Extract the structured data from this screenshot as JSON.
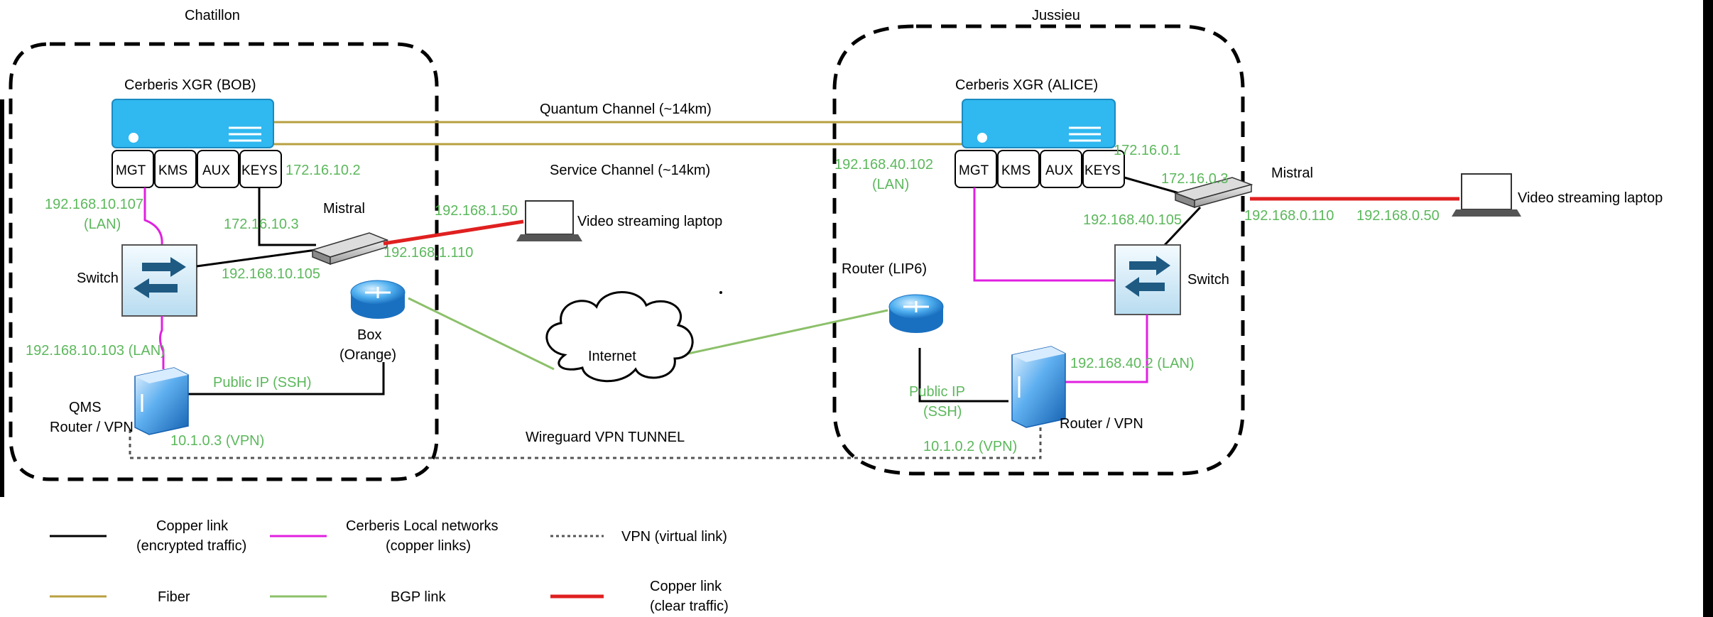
{
  "sites": {
    "left": "Chatillon",
    "right": "Jussieu"
  },
  "channels": {
    "quantum": "Quantum Channel (~14km)",
    "service": "Service Channel (~14km)"
  },
  "bob": {
    "device": "Cerberis XGR (BOB)",
    "ports": [
      "MGT",
      "KMS",
      "AUX",
      "KEYS"
    ],
    "keys_ip": "172.16.10.2",
    "mgt_ip_line1": "192.168.10.107",
    "mgt_ip_line2": "(LAN)",
    "mistral_label": "Mistral",
    "mistral_ip_top": "172.16.10.3",
    "mistral_ip_right": "192.168.1.110",
    "mistral_ip_left": "192.168.10.105",
    "laptop_ip": "192.168.1.50",
    "laptop_label": "Video streaming laptop",
    "switch_label": "Switch",
    "box_label_line1": "Box",
    "box_label_line2": "(Orange)",
    "qms_ip": "192.168.10.103 (LAN)",
    "qms_label_line1": "QMS",
    "qms_label_line2": "Router / VPN",
    "public_ip": "Public IP (SSH)",
    "vpn_ip": "10.1.0.3 (VPN)"
  },
  "alice": {
    "device": "Cerberis XGR (ALICE)",
    "ports": [
      "MGT",
      "KMS",
      "AUX",
      "KEYS"
    ],
    "keys_ip": "172.16.0.1",
    "mgt_ip_line1": "192.168.40.102",
    "mgt_ip_line2": "(LAN)",
    "mistral_label": "Mistral",
    "mistral_ip_top": "172.16.0.3",
    "mistral_ip_left": "192.168.40.105",
    "mistral_ip_right": "192.168.0.110",
    "laptop_ip": "192.168.0.50",
    "laptop_label": "Video streaming laptop",
    "switch_label": "Switch",
    "router_label": "Router (LIP6)",
    "router_vpn_ip": "192.168.40.2 (LAN)",
    "public_ip_line1": "Public IP",
    "public_ip_line2": "(SSH)",
    "router_vpn_label": "Router / VPN",
    "vpn_ip": "10.1.0.2 (VPN)"
  },
  "internet_label": "Internet",
  "tunnel_label": "Wireguard VPN TUNNEL",
  "legend": {
    "copper_enc_line1": "Copper link",
    "copper_enc_line2": "(encrypted traffic)",
    "local_line1": "Cerberis Local networks",
    "local_line2": "(copper links)",
    "vpn": "VPN (virtual link)",
    "fiber": "Fiber",
    "bgp": "BGP link",
    "copper_clear_line1": "Copper link",
    "copper_clear_line2": "(clear traffic)"
  },
  "colors": {
    "copper_encrypted": "#000000",
    "local_network": "#e020e0",
    "fiber": "#b8a040",
    "bgp": "#8cc06a",
    "copper_clear": "#e02020",
    "ip_text": "#5cb85c",
    "xgr_device": "#30b8f0"
  }
}
